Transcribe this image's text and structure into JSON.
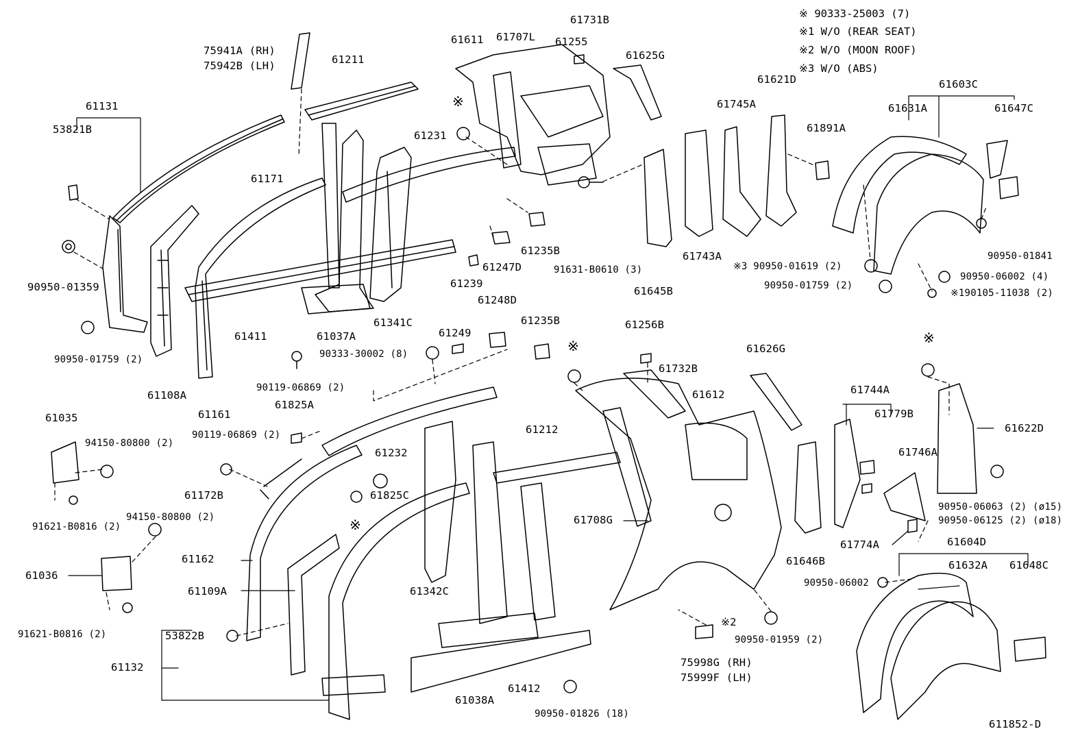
{
  "legend": {
    "line1": "※   90333-25003 (7)",
    "line2": "※1 W/O (REAR SEAT)",
    "line3": "※2  W/O (MOON ROOF)",
    "line4": "※3  W/O (ABS)"
  },
  "diagram_id": "611852-D",
  "labels": {
    "p75941A": "75941A (RH)",
    "p75942B": "75942B (LH)",
    "p61211": "61211",
    "p61131": "61131",
    "p53821B": "53821B",
    "p61611": "61611",
    "p61707L": "61707L",
    "p61731B": "61731B",
    "p61255": "61255",
    "p61625G": "61625G",
    "p61621D": "61621D",
    "p61603C": "61603C",
    "p61631A": "61631A",
    "p61647C": "61647C",
    "p61745A": "61745A",
    "p61891A": "61891A",
    "mark_top": "※",
    "p61231": "61231",
    "p61171": "61171",
    "p90950_01359": "90950-01359",
    "p90950_01759a": "90950-01759 (2)",
    "p61108A": "61108A",
    "p61161": "61161",
    "p61411": "61411",
    "p61037A": "61037A",
    "p61341C": "61341C",
    "p61239": "61239",
    "p61247D": "61247D",
    "p61235Ba": "61235B",
    "p91631": "91631-B0610 (3)",
    "p61645B": "61645B",
    "p61743A": "61743A",
    "p90950_01619": "※3 90950-01619 (2)",
    "p90950_01759b": "90950-01759 (2)",
    "p90950_01841": "90950-01841",
    "p90950_06002a": "90950-06002 (4)",
    "p190105": "※190105-11038 (2)",
    "p90119_a": "90119-06869 (2)",
    "p90333_30002": "90333-30002 (8)",
    "p61249": "61249",
    "p61248D": "61248D",
    "p61235Bb": "61235B",
    "mark_mid": "※",
    "p61256B": "61256B",
    "p61626G": "61626G",
    "mark_right": "※",
    "p61825A": "61825A",
    "p61732B": "61732B",
    "p61612": "61612",
    "p61744A": "61744A",
    "p61779B": "61779B",
    "p61622D": "61622D",
    "p61035": "61035",
    "p94150_a": "94150-80800 (2)",
    "p90119_b": "90119-06869 (2)",
    "p61232": "61232",
    "p61212": "61212",
    "p61746A": "61746A",
    "p61172B": "61172B",
    "p61825C": "61825C",
    "p91621_a": "91621-B0816 (2)",
    "mark_low": "※",
    "p61708G": "61708G",
    "p90950_06063": "90950-06063 (2) (ø15)",
    "p90950_06125": "90950-06125 (2) (ø18)",
    "p94150_b": "94150-80800 (2)",
    "p61162": "61162",
    "p61774A": "61774A",
    "p61604D": "61604D",
    "p61036": "61036",
    "p61342C": "61342C",
    "p61646B": "61646B",
    "p61109A": "61109A",
    "p61632A": "61632A",
    "p61648C": "61648C",
    "p90950_06002b": "90950-06002",
    "p91621_b": "91621-B0816 (2)",
    "p53822B": "53822B",
    "p75998G": "※2",
    "p90950_01959": "90950-01959 (2)",
    "p75998G_rh": "75998G (RH)",
    "p75999F_lh": "75999F (LH)",
    "p61132": "61132",
    "p61412": "61412",
    "p61038A": "61038A",
    "p90950_01826": "90950-01826 (18)"
  }
}
